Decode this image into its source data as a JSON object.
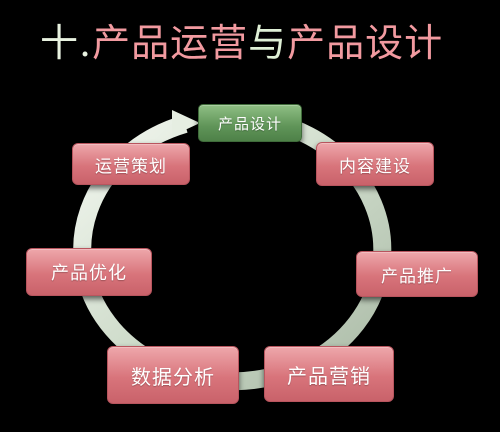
{
  "title": {
    "prefix": "十.",
    "part1": "产品运营",
    "connector": "与",
    "part2": "产品设计"
  },
  "nodes": {
    "design": "产品设计",
    "content": "内容建设",
    "promotion": "产品推广",
    "marketing": "产品营销",
    "analysis": "数据分析",
    "optimization": "产品优化",
    "planning": "运营策划"
  },
  "colors": {
    "background": "#000000",
    "node_pink": "#d8747b",
    "node_green": "#5f9458",
    "ring": "#dfe8dc"
  }
}
